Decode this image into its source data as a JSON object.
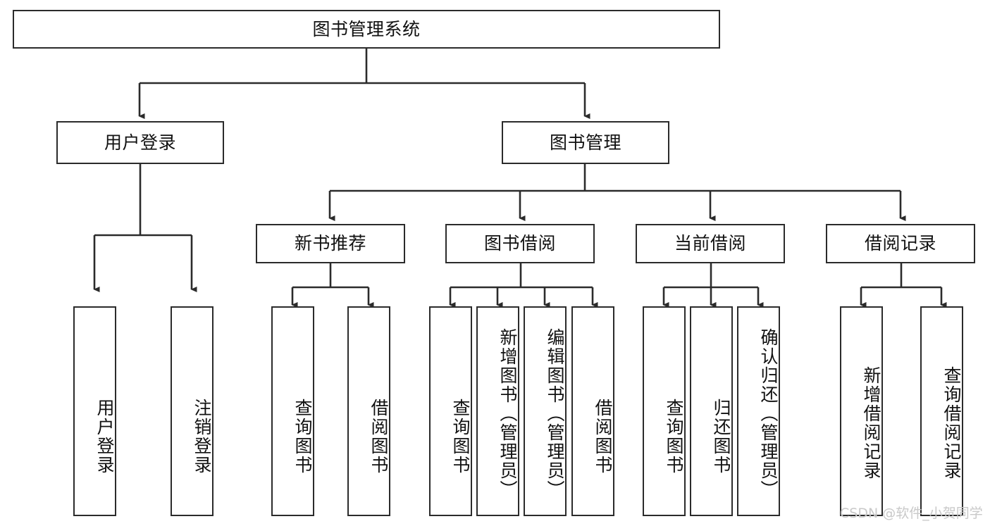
{
  "diagram": {
    "title": "图书管理系统",
    "type": "hierarchy-tree",
    "root": {
      "id": "root",
      "label": "图书管理系统"
    },
    "level2": [
      {
        "id": "user-login",
        "label": "用户登录"
      },
      {
        "id": "book-management",
        "label": "图书管理"
      }
    ],
    "level3": [
      {
        "id": "new-book-recommend",
        "label": "新书推荐",
        "parent": "book-management"
      },
      {
        "id": "book-borrow",
        "label": "图书借阅",
        "parent": "book-management"
      },
      {
        "id": "current-borrow",
        "label": "当前借阅",
        "parent": "book-management"
      },
      {
        "id": "borrow-record",
        "label": "借阅记录",
        "parent": "book-management"
      }
    ],
    "leaves": [
      {
        "id": "leaf-user-login",
        "label": "用户登录",
        "parent": "user-login"
      },
      {
        "id": "leaf-logout-login",
        "label": "注销登录",
        "parent": "user-login"
      },
      {
        "id": "leaf-query-book-1",
        "label": "查询图书",
        "parent": "new-book-recommend"
      },
      {
        "id": "leaf-borrow-book-1",
        "label": "借阅图书",
        "parent": "new-book-recommend"
      },
      {
        "id": "leaf-query-book-2",
        "label": "查询图书",
        "parent": "book-borrow"
      },
      {
        "id": "leaf-add-book",
        "label": "新增图书（管理员）",
        "parent": "book-borrow"
      },
      {
        "id": "leaf-edit-book",
        "label": "编辑图书（管理员）",
        "parent": "book-borrow"
      },
      {
        "id": "leaf-borrow-book-2",
        "label": "借阅图书",
        "parent": "book-borrow"
      },
      {
        "id": "leaf-query-book-3",
        "label": "查询图书",
        "parent": "current-borrow"
      },
      {
        "id": "leaf-return-book",
        "label": "归还图书",
        "parent": "current-borrow"
      },
      {
        "id": "leaf-confirm-return",
        "label": "确认归还（管理员）",
        "parent": "current-borrow"
      },
      {
        "id": "leaf-add-borrow-record",
        "label": "新增借阅记录",
        "parent": "borrow-record"
      },
      {
        "id": "leaf-query-borrow-record",
        "label": "查询借阅记录",
        "parent": "borrow-record"
      }
    ],
    "colors": {
      "stroke": "#2b2b2b",
      "fill": "#ffffff",
      "text": "#111111",
      "watermark": "#c9c9c9"
    }
  },
  "watermark": {
    "text": "CSDN @软件_小贺同学"
  }
}
